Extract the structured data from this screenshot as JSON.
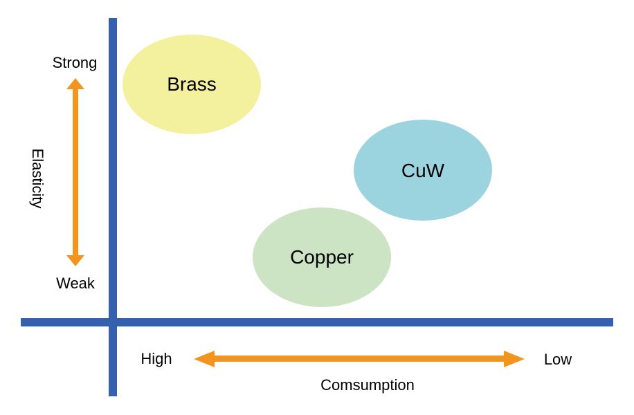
{
  "diagram": {
    "y_axis": {
      "title": "Elasticity",
      "top_label": "Strong",
      "bottom_label": "Weak"
    },
    "x_axis": {
      "title": "Comsumption",
      "left_label": "High",
      "right_label": "Low"
    },
    "items": [
      {
        "label": "Brass",
        "color": "#f3f19e"
      },
      {
        "label": "CuW",
        "color": "#9bd4df"
      },
      {
        "label": "Copper",
        "color": "#cce4c3"
      }
    ],
    "colors": {
      "axis": "#3560ad",
      "arrow": "#f2951f",
      "text": "#000000"
    }
  }
}
